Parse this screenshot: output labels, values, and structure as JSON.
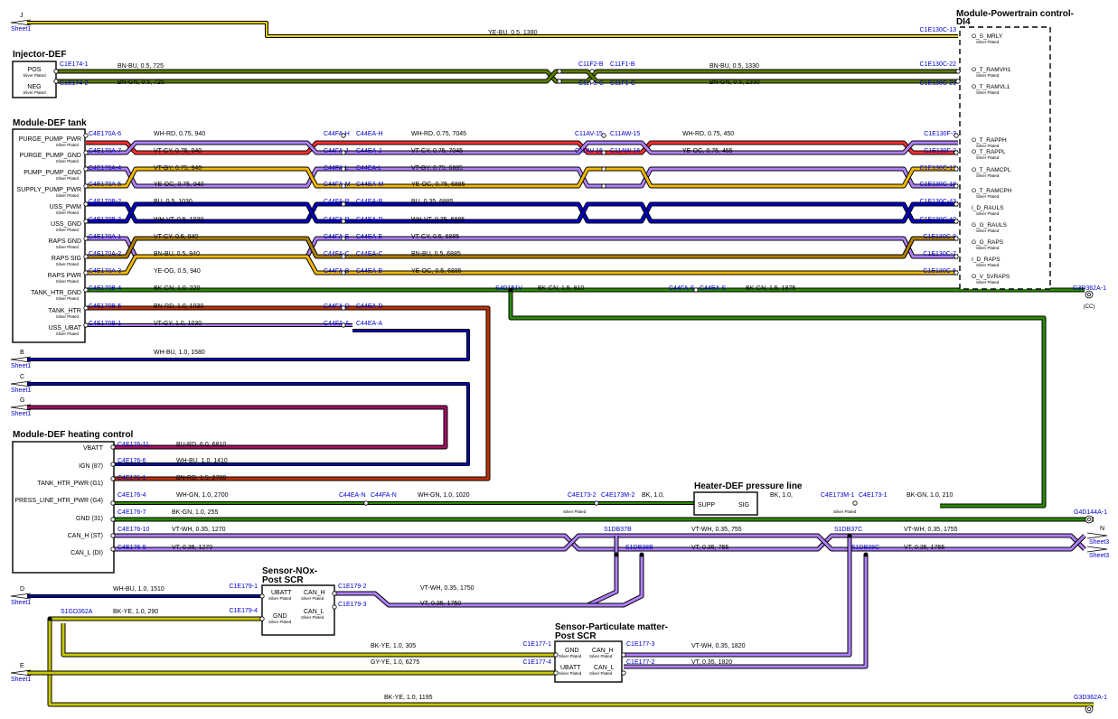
{
  "components": [
    {
      "id": "mpc",
      "title": "Module-Powertrain control-",
      "title2": "DI4",
      "pins": [
        {
          "name": "O_S_MRLY",
          "note": "Silver Plated"
        },
        {
          "name": "O_T_RAMVH1",
          "note": "Silver Plated"
        },
        {
          "name": "O_T_RAMVL1",
          "note": "Silver Plated"
        },
        {
          "name": "O_T_RAPPH",
          "note": "Silver Plated"
        },
        {
          "name": "O_T_RAPPL",
          "note": "Silver Plated"
        },
        {
          "name": "O_T_RAMCPL",
          "note": "Silver Plated"
        },
        {
          "name": "O_T_RAMCPH",
          "note": "Silver Plated"
        },
        {
          "name": "I_D_RAULS",
          "note": "Silver Plated"
        },
        {
          "name": "G_G_RAULS",
          "note": "Silver Plated"
        },
        {
          "name": "G_G_RAPS",
          "note": "Silver Plated"
        },
        {
          "name": "I_D_RAPS",
          "note": "Silver Plated"
        },
        {
          "name": "O_V_5VRAPS",
          "note": "Silver Plated"
        }
      ]
    },
    {
      "id": "inj",
      "title": "Injector-DEF",
      "pins": [
        {
          "name": "POS",
          "note": "Silver Plated"
        },
        {
          "name": "NEG",
          "note": "Silver Plated"
        }
      ]
    },
    {
      "id": "tank",
      "title": "Module-DEF tank",
      "pins": [
        {
          "name": "PURGE_PUMP_PWR",
          "note": "Silver Plated"
        },
        {
          "name": "PURGE_PUMP_GND",
          "note": "Silver Plated"
        },
        {
          "name": "PUMP_PUMP_GND",
          "note": "Silver Plated"
        },
        {
          "name": "SUPPLY_PUMP_PWR",
          "note": "Silver Plated"
        },
        {
          "name": "USS_PWM",
          "note": "Silver Plated"
        },
        {
          "name": "USS_GND",
          "note": "Silver Plated"
        },
        {
          "name": "RAPS GND",
          "note": "Silver Plated"
        },
        {
          "name": "RAPS SIG",
          "note": "Silver Plated"
        },
        {
          "name": "RAPS PWR",
          "note": "Silver Plated"
        },
        {
          "name": "TANK_HTR_GND",
          "note": "Silver Plated"
        },
        {
          "name": "TANK_HTR",
          "note": "Silver Plated"
        },
        {
          "name": "USS_UBAT",
          "note": "Silver Plated"
        }
      ]
    },
    {
      "id": "heat",
      "title": "Module-DEF heating control",
      "pins": [
        {
          "name": "VBATT"
        },
        {
          "name": "IGN (87)"
        },
        {
          "name": "TANK_HTR_PWR (G1)"
        },
        {
          "name": "PRESS_LINE_HTR_PWR (G4)"
        },
        {
          "name": "GND (31)"
        },
        {
          "name": "CAN_H (ST)"
        },
        {
          "name": "CAN_L (DI)"
        }
      ]
    },
    {
      "id": "hpl",
      "title": "Heater-DEF pressure line",
      "pins": [
        {
          "name": "SUPP"
        },
        {
          "name": "SIG"
        }
      ]
    },
    {
      "id": "nox",
      "title": "Sensor-NOx-",
      "title2": "Post SCR",
      "pins": [
        {
          "name": "UBATT",
          "note": "Silver Plated"
        },
        {
          "name": "CAN_H",
          "note": "Silver Plated"
        },
        {
          "name": "GND",
          "note": "Silver Plated"
        },
        {
          "name": "CAN_L",
          "note": "Silver Plated"
        }
      ]
    },
    {
      "id": "pm",
      "title": "Sensor-Particulate matter-",
      "title2": "Post SCR",
      "pins": [
        {
          "name": "GND",
          "note": "Silver Plated"
        },
        {
          "name": "CAN_H",
          "note": "Silver Plated"
        },
        {
          "name": "UBATT",
          "note": "Silver Plated"
        },
        {
          "name": "CAN_L",
          "note": "Silver Plated"
        }
      ]
    }
  ],
  "wires": [
    {
      "label": "YE-BU, 0.5, 1380",
      "color": "#e8d000"
    },
    {
      "label": "BN-BU, 0.5, 725",
      "color": "#5a7d00"
    },
    {
      "label": "BN-GN, 0.5, 725",
      "color": "#5a7d00"
    },
    {
      "label": "BN-BU, 0.5, 1330",
      "color": "#5a7d00"
    },
    {
      "label": "BN-GN, 0.5, 1330",
      "color": "#5a7d00"
    },
    {
      "label": "WH-RD, 0.75, 940",
      "color": "#ff3030"
    },
    {
      "label": "VT-GY, 0.75, 940",
      "color": "#b080ff"
    },
    {
      "label": "VT-GY, 0.75, 940",
      "color": "#b080ff"
    },
    {
      "label": "YE-OG, 0.75, 940",
      "color": "#f0b800"
    },
    {
      "label": "BU, 0.5, 1030",
      "color": "#0000c0"
    },
    {
      "label": "WH-VT, 0.5, 1030",
      "color": "#0000c0"
    },
    {
      "label": "VT-GY, 0.5, 940",
      "color": "#b080ff"
    },
    {
      "label": "BN-BU, 0.5, 940",
      "color": "#b08000"
    },
    {
      "label": "YE-OG, 0.5, 940",
      "color": "#f0b800"
    },
    {
      "label": "BK-GN, 1.0, 220",
      "color": "#2a8a00"
    },
    {
      "label": "BN-RD, 1.0, 1030",
      "color": "#c03000"
    },
    {
      "label": "VT-GY, 1.0, 1030",
      "color": "#b080ff"
    },
    {
      "label": "WH-RD, 0.75, 7045",
      "color": "#ff3030"
    },
    {
      "label": "VT-GY, 0.75, 7045",
      "color": "#b080ff"
    },
    {
      "label": "VT-GY, 0.75, 6885",
      "color": "#b080ff"
    },
    {
      "label": "YE-OG, 0.75, 6885",
      "color": "#f0b800"
    },
    {
      "label": "BU, 0.35, 6885",
      "color": "#0000c0"
    },
    {
      "label": "WH-VT, 0.35, 6885",
      "color": "#0000c0"
    },
    {
      "label": "VT-GY, 0.5, 6885",
      "color": "#b080ff"
    },
    {
      "label": "BN-BU, 0.5, 6885",
      "color": "#b08000"
    },
    {
      "label": "YE-OG, 0.5, 6885",
      "color": "#f0b800"
    },
    {
      "label": "WH-RD, 0.75, 450",
      "color": "#ff3030"
    },
    {
      "label": "YE-OG, 0.75, 455",
      "color": "#f0b800"
    },
    {
      "label": "BK-GN, 1.5, 810",
      "color": "#2a8a00"
    },
    {
      "label": "BK-GN, 1.5, 1875",
      "color": "#2a8a00"
    },
    {
      "label": "WH-BU, 1.0, 1580",
      "color": "#0000c0"
    },
    {
      "label": "BU-RD, 6.0, 6810",
      "color": "#a01060"
    },
    {
      "label": "WH-BU, 1.0, 1410",
      "color": "#0000c0"
    },
    {
      "label": "BN-RD, 1.5, 2700",
      "color": "#c03000"
    },
    {
      "label": "WH-GN, 1.0, 2700",
      "color": "#2a8a00"
    },
    {
      "label": "WH-GN, 1.0, 1020",
      "color": "#2a8a00"
    },
    {
      "label": "BK, 1.0,",
      "color": "#000000"
    },
    {
      "label": "BK, 1.0,",
      "color": "#000000"
    },
    {
      "label": "BK-GN, 1.0, 210",
      "color": "#2a8a00"
    },
    {
      "label": "BK-GN, 1.0, 255",
      "color": "#2a8a00"
    },
    {
      "label": "VT-WH, 0.35, 1270",
      "color": "#b080ff"
    },
    {
      "label": "VT, 0.35, 1270",
      "color": "#b080ff"
    },
    {
      "label": "VT-WH, 0.35, 755",
      "color": "#b080ff"
    },
    {
      "label": "VT, 0.35, 755",
      "color": "#b080ff"
    },
    {
      "label": "VT-WH, 0.35, 1755",
      "color": "#b080ff"
    },
    {
      "label": "VT, 0.35, 1755",
      "color": "#b080ff"
    },
    {
      "label": "WH-BU, 1.0, 1510",
      "color": "#0000c0"
    },
    {
      "label": "BK-YE, 1.0, 290",
      "color": "#c8c800"
    },
    {
      "label": "VT-WH, 0.35, 1750",
      "color": "#b080ff"
    },
    {
      "label": "VT, 0.35, 1750",
      "color": "#b080ff"
    },
    {
      "label": "BK-YE, 1.0, 305",
      "color": "#c8c800"
    },
    {
      "label": "GY-YE, 1.0, 6275",
      "color": "#c8c800"
    },
    {
      "label": "VT-WH, 0.35, 1820",
      "color": "#b080ff"
    },
    {
      "label": "VT, 0.35, 1820",
      "color": "#b080ff"
    },
    {
      "label": "BK-YE, 1.0, 1195",
      "color": "#c8c800"
    }
  ],
  "connectors": [
    "C1E130C-13",
    "C1E174-1",
    "C1E174-2",
    "C11F2-B",
    "C11F1-B",
    "C11F2-C",
    "C11F1-C",
    "C1E130C-22",
    "C1E130C-21",
    "C4E170A-6",
    "C4E170A-7",
    "C4E170A-4",
    "C4E170A-5",
    "C4E170B-2",
    "C4E170B-3",
    "C4E170A-1",
    "C4E170A-2",
    "C4E170A-3",
    "C4E170B-4",
    "C4E170B-5",
    "C4E170B-1",
    "C44FA-H",
    "C44EA-H",
    "C44FA-J",
    "C44EA-J",
    "C44FA-L",
    "C44EA-L",
    "C44FA-M",
    "C44EA-M",
    "C44FA-R",
    "C44EA-R",
    "C44FA-P",
    "C44EA-P",
    "C44FA-E",
    "C44EA-E",
    "C44FA-C",
    "C44EA-C",
    "C44FA-B",
    "C44EA-B",
    "C44FA-D",
    "C44EA-D",
    "C44FA-A",
    "C44EA-A",
    "C11AV-15",
    "C11AW-15",
    "C11AV-16",
    "C11AW-16",
    "C1E130F-3",
    "C1E130F-2",
    "C1E130C-17",
    "C1E130C-18",
    "C1E130C-43",
    "C1E130C-42",
    "C1E130C-8",
    "C1E130C-7",
    "C1E130C-6",
    "S4D151V",
    "C44FA-S",
    "C44EA-S",
    "G3D362A-1",
    "C4E176-11",
    "C4E176-6",
    "C4E176-1",
    "C4E176-4",
    "C4E176-7",
    "C4E176-10",
    "C4E176-9",
    "C44EA-N",
    "C44FA-N",
    "C4E173-2",
    "C4E173M-2",
    "C4E173M-1",
    "C4E173-1",
    "G4D144A-1",
    "S1DB37B",
    "S1DB38B",
    "S1DB37C",
    "S1DB38C",
    "C1E179-1",
    "C1E179-2",
    "C1E179-3",
    "C1E179-4",
    "S1GD362A",
    "C1E177-1",
    "C1E177-3",
    "C1E177-4",
    "C1E177-2",
    "G3D362A-1"
  ],
  "offsheet": [
    {
      "letter": "J",
      "sheet": "Sheet1"
    },
    {
      "letter": "B",
      "sheet": "Sheet1"
    },
    {
      "letter": "C",
      "sheet": "Sheet1"
    },
    {
      "letter": "G",
      "sheet": "Sheet1"
    },
    {
      "letter": "N",
      "sheet": "Sheet3"
    },
    {
      "letter": "",
      "sheet": "Sheet3"
    },
    {
      "letter": "D",
      "sheet": "Sheet1"
    },
    {
      "letter": "E",
      "sheet": "Sheet1"
    }
  ],
  "labels": {
    "silver_plated": "Silver Plated",
    "cc": "(CC)"
  }
}
